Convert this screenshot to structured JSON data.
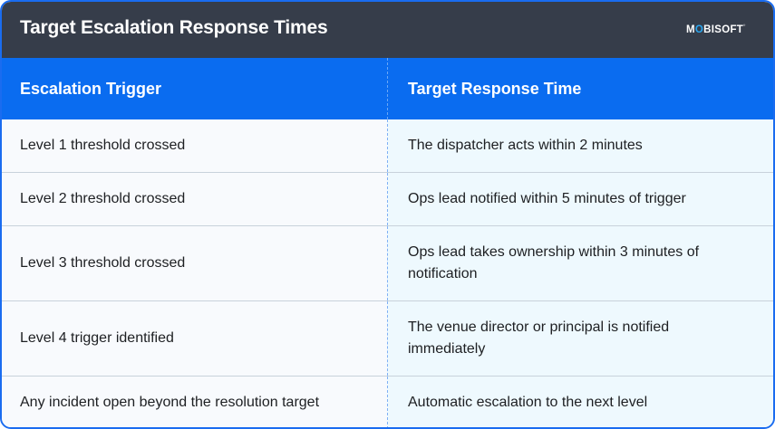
{
  "title": "Target Escalation Response Times",
  "logo": {
    "text": "MOBISOFT"
  },
  "colors": {
    "title_bar": "#363d4a",
    "header": "#0a6cf0",
    "border": "#1a6cf0",
    "col1_bg": "#f8fafd",
    "col2_bg": "#eef9fe"
  },
  "table": {
    "headers": [
      "Escalation Trigger",
      "Target Response Time"
    ],
    "rows": [
      [
        "Level 1 threshold crossed",
        "The dispatcher acts within 2 minutes"
      ],
      [
        "Level 2 threshold crossed",
        "Ops lead notified within 5 minutes of trigger"
      ],
      [
        "Level 3 threshold crossed",
        "Ops lead takes ownership within 3 minutes of notification"
      ],
      [
        "Level 4 trigger identified",
        "The venue director or principal is notified immediately"
      ],
      [
        "Any incident open beyond the resolution target",
        "Automatic escalation to the next level"
      ]
    ]
  }
}
